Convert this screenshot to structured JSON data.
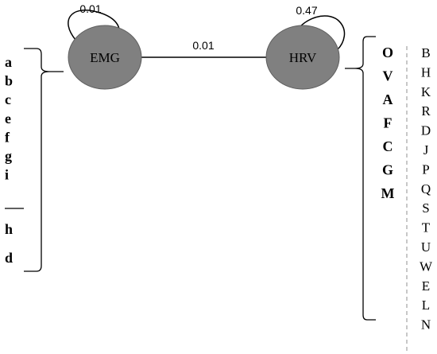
{
  "nodes": {
    "emg": {
      "label": "EMG",
      "self_loop": "0.01"
    },
    "hrv": {
      "label": "HRV",
      "self_loop": "0.47"
    }
  },
  "edge_emg_hrv": "0.01",
  "left_list": {
    "upper": [
      "a",
      "b",
      "c",
      "e",
      "f",
      "g",
      "i"
    ],
    "lower": [
      "h",
      "d"
    ]
  },
  "hrv_list": [
    "O",
    "V",
    "A",
    "F",
    "C",
    "G",
    "M"
  ],
  "right_list": [
    "B",
    "H",
    "K",
    "R",
    "D",
    "J",
    "P",
    "Q",
    "S",
    "T",
    "U",
    "W",
    "E",
    "L",
    "N"
  ],
  "colors": {
    "node_fill": "#808080",
    "line": "#000000",
    "dashed": "#909090"
  }
}
